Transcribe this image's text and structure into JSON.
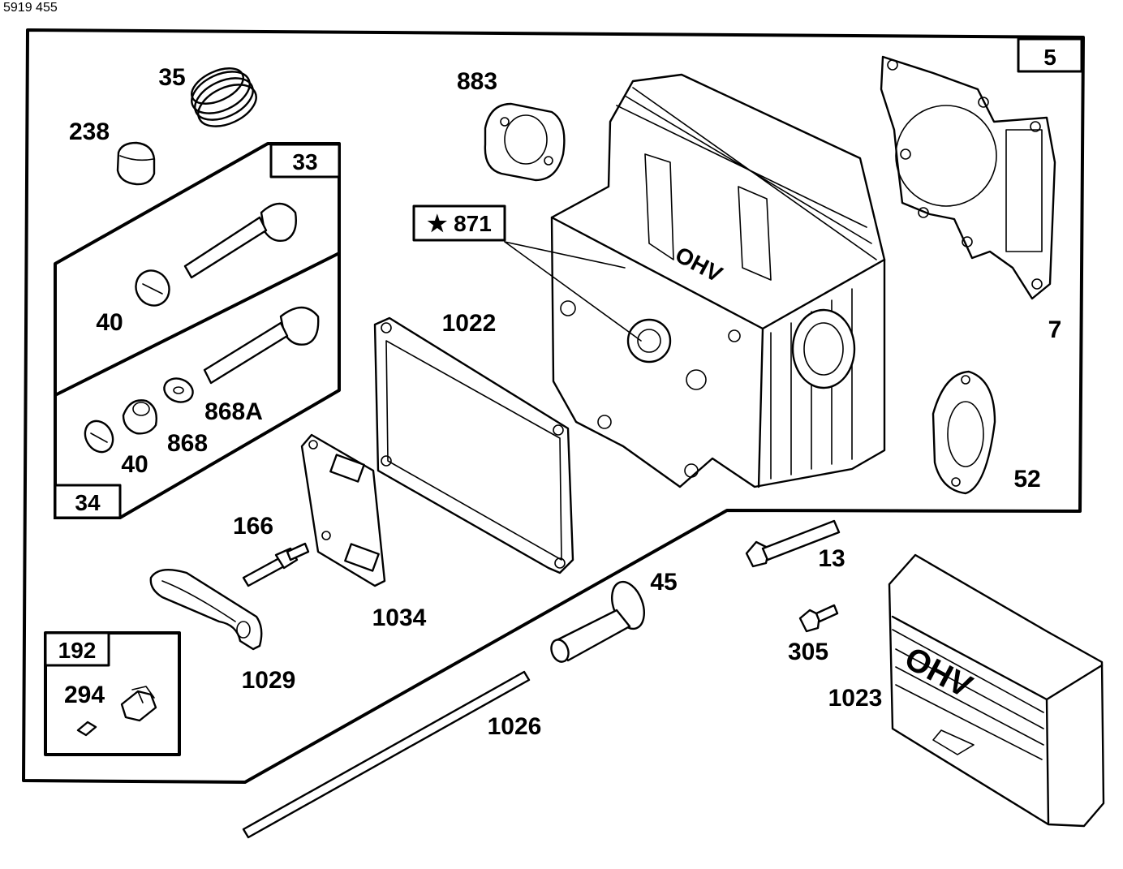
{
  "header_fragment": "5919 455",
  "labels": {
    "p5": "5",
    "p7": "7",
    "p13": "13",
    "p33": "33",
    "p34": "34",
    "p35": "35",
    "p40a": "40",
    "p40b": "40",
    "p45": "45",
    "p52": "52",
    "p166": "166",
    "p192": "192",
    "p238": "238",
    "p294": "294",
    "p305": "305",
    "p868": "868",
    "p868a": "868A",
    "p871": "★ 871",
    "p883": "883",
    "p1022": "1022",
    "p1023": "1023",
    "p1026": "1026",
    "p1029": "1029",
    "p1034": "1034"
  },
  "icons": {
    "spring": "valve-spring-icon",
    "cylinder_head": "cylinder-head-icon",
    "valve_cover": "valve-cover-icon",
    "push_rod": "push-rod-icon"
  }
}
